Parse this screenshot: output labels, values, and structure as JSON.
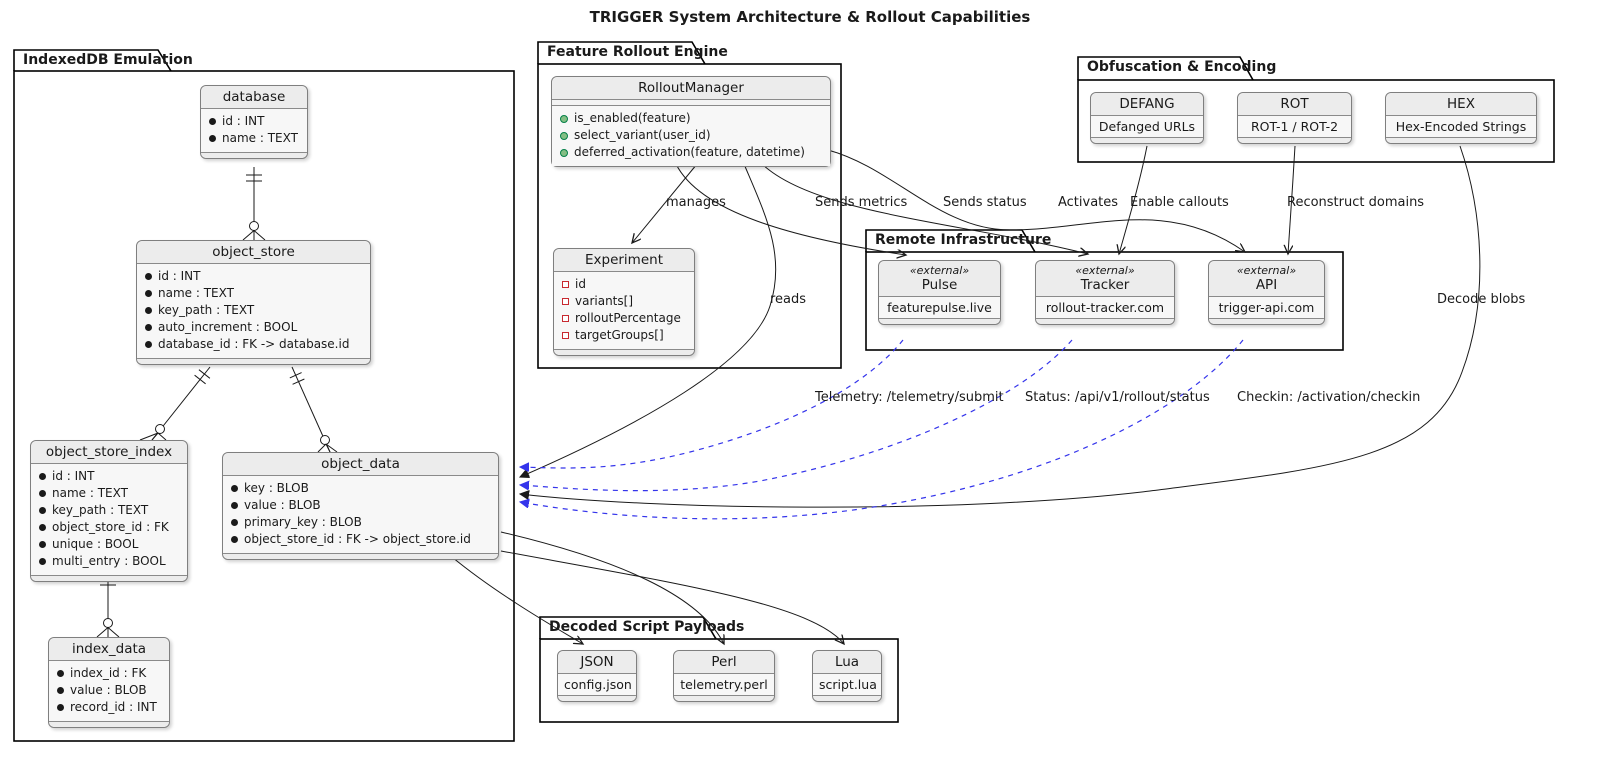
{
  "title": "TRIGGER System Architecture & Rollout Capabilities",
  "packages": {
    "indexeddb": {
      "label": "IndexedDB Emulation"
    },
    "rollout": {
      "label": "Feature Rollout Engine"
    },
    "obfuscation": {
      "label": "Obfuscation & Encoding"
    },
    "remote": {
      "label": "Remote Infrastructure"
    },
    "payloads": {
      "label": "Decoded Script Payloads"
    }
  },
  "entities": {
    "database": {
      "name": "database",
      "fields": [
        "id : INT",
        "name : TEXT"
      ]
    },
    "object_store": {
      "name": "object_store",
      "fields": [
        "id : INT",
        "name : TEXT",
        "key_path : TEXT",
        "auto_increment : BOOL",
        "database_id : FK -> database.id"
      ]
    },
    "object_store_index": {
      "name": "object_store_index",
      "fields": [
        "id : INT",
        "name : TEXT",
        "key_path : TEXT",
        "object_store_id : FK",
        "unique : BOOL",
        "multi_entry : BOOL"
      ]
    },
    "object_data": {
      "name": "object_data",
      "fields": [
        "key : BLOB",
        "value : BLOB",
        "primary_key : BLOB",
        "object_store_id : FK -> object_store.id"
      ]
    },
    "index_data": {
      "name": "index_data",
      "fields": [
        "index_id : FK",
        "value : BLOB",
        "record_id : INT"
      ]
    }
  },
  "classes": {
    "rollout_manager": {
      "name": "RolloutManager",
      "methods": [
        "is_enabled(feature)",
        "select_variant(user_id)",
        "deferred_activation(feature, datetime)"
      ]
    },
    "experiment": {
      "name": "Experiment",
      "fields": [
        "id",
        "variants[]",
        "rolloutPercentage",
        "targetGroups[]"
      ]
    }
  },
  "components": {
    "defang": {
      "name": "DEFANG",
      "desc": "Defanged URLs"
    },
    "rot": {
      "name": "ROT",
      "desc": "ROT-1 / ROT-2"
    },
    "hex": {
      "name": "HEX",
      "desc": "Hex-Encoded Strings"
    },
    "pulse": {
      "stereotype": "«external»",
      "name": "Pulse",
      "desc": "featurepulse.live"
    },
    "tracker": {
      "stereotype": "«external»",
      "name": "Tracker",
      "desc": "rollout-tracker.com"
    },
    "api": {
      "stereotype": "«external»",
      "name": "API",
      "desc": "trigger-api.com"
    },
    "json": {
      "name": "JSON",
      "desc": "config.json"
    },
    "perl": {
      "name": "Perl",
      "desc": "telemetry.perl"
    },
    "lua": {
      "name": "Lua",
      "desc": "script.lua"
    }
  },
  "edge_labels": {
    "manages": "manages",
    "reads": "reads",
    "sends_metrics": "Sends metrics",
    "sends_status": "Sends status",
    "activates": "Activates",
    "enable_callouts": "Enable callouts",
    "reconstruct_domains": "Reconstruct domains",
    "decode_blobs": "Decode blobs",
    "telemetry": "Telemetry: /telemetry/submit",
    "status": "Status: /api/v1/rollout/status",
    "checkin": "Checkin: /activation/checkin"
  },
  "colors": {
    "http_edge_blue": "#3434eb",
    "edge_black": "#1a1a1a",
    "public_method_green": "#84be84",
    "private_field_red": "#c82930",
    "node_border_gray": "#7f7f7f"
  }
}
